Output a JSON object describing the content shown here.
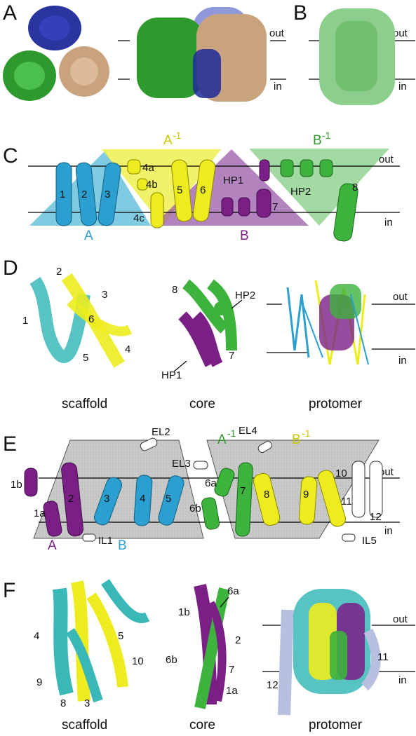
{
  "panels": {
    "A": {
      "label": "A",
      "out": "out",
      "in": "in"
    },
    "B": {
      "label": "B",
      "out": "out",
      "in": "in"
    },
    "C": {
      "label": "C",
      "out": "out",
      "in": "in",
      "helices": [
        "1",
        "2",
        "3",
        "4a",
        "4b",
        "4c",
        "5",
        "6",
        "HP1",
        "7",
        "HP2",
        "8"
      ],
      "repeats": {
        "A": "A",
        "A_inv": "A",
        "A_inv_sup": "-1",
        "B": "B",
        "B_inv": "B",
        "B_inv_sup": "-1"
      }
    },
    "D": {
      "label": "D",
      "out": "out",
      "in": "in",
      "scaffold_numbers": [
        "1",
        "2",
        "3",
        "4",
        "5",
        "6"
      ],
      "core_numbers": [
        "7",
        "8",
        "HP1",
        "HP2"
      ],
      "captions": [
        "scaffold",
        "core",
        "protomer"
      ]
    },
    "E": {
      "label": "E",
      "out": "out",
      "in": "in",
      "helices": [
        "1a",
        "1b",
        "2",
        "3",
        "4",
        "5",
        "6a",
        "6b",
        "7",
        "8",
        "9",
        "10",
        "11",
        "12"
      ],
      "loops": [
        "EL2",
        "EL3",
        "EL4",
        "IL1",
        "IL5"
      ],
      "repeats": {
        "A": "A",
        "B": "B",
        "A_inv": "A",
        "B_inv": "B",
        "sup": "-1"
      }
    },
    "F": {
      "label": "F",
      "out": "out",
      "in": "in",
      "scaffold_numbers": [
        "4",
        "5",
        "10",
        "9",
        "8",
        "3"
      ],
      "core_numbers": [
        "6a",
        "1b",
        "2",
        "6b",
        "7",
        "1a"
      ],
      "protomer_numbers": [
        "11",
        "12"
      ],
      "captions": [
        "scaffold",
        "core",
        "protomer"
      ]
    }
  },
  "colors": {
    "cyan": "#2a9fd0",
    "yellow": "#ecec1e",
    "purple": "#7a1f86",
    "green": "#3db23d",
    "darkblue": "#1f2a9a",
    "tan": "#c9a37d",
    "lightgreen": "#8ccf8c",
    "teal": "#3ab8b8",
    "lavender": "#b8c0e0",
    "gray": "#c8c8c8"
  },
  "icons": [
    "helix-cylinder-icon",
    "protein-ribbon-icon"
  ]
}
